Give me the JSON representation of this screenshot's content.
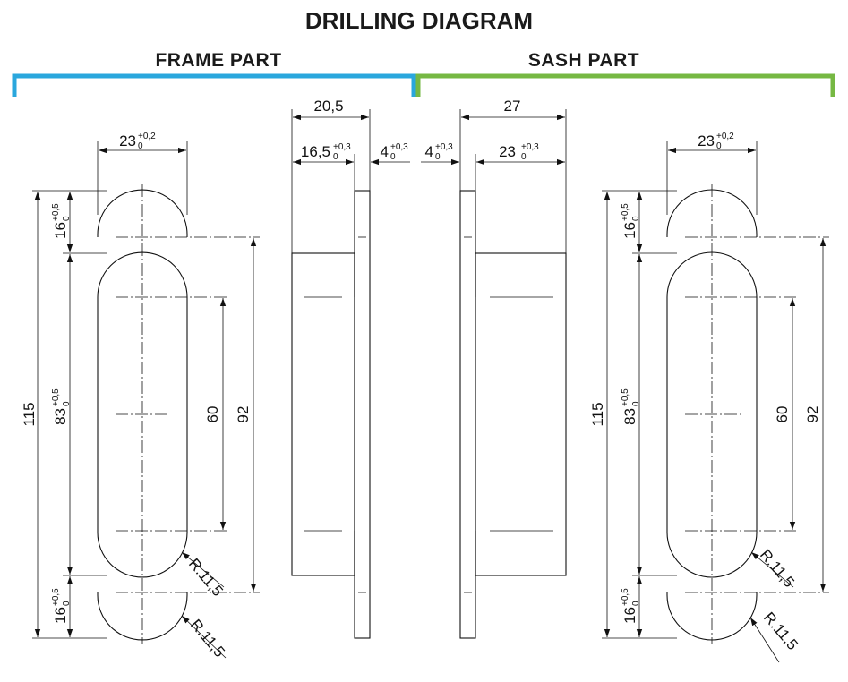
{
  "title": "DRILLING DIAGRAM",
  "colors": {
    "frame_bracket": "#2aa7dd",
    "sash_bracket": "#76b843",
    "line": "#111111"
  },
  "frame": {
    "heading": "FRAME PART",
    "slot_width": {
      "value": "23",
      "tol_up": "+0,2",
      "tol_low": "0"
    },
    "height_total": "115",
    "end_upper": {
      "value": "16",
      "tol_up": "+0,5",
      "tol_low": "0"
    },
    "middle": {
      "value": "83",
      "tol_up": "+0,5",
      "tol_low": "0"
    },
    "end_lower": {
      "value": "16",
      "tol_up": "+0,5",
      "tol_low": "0"
    },
    "screw_spacing_inner": "60",
    "screw_spacing_outer": "92",
    "radius_upper": "R.11,5",
    "radius_lower": "R.11,5"
  },
  "frame_side": {
    "depth_total": "20,5",
    "depth_body": {
      "value": "16,5",
      "tol_up": "+0,3",
      "tol_low": "0"
    },
    "depth_plate": {
      "value": "4",
      "tol_up": "+0,3",
      "tol_low": "0"
    }
  },
  "sash_side": {
    "depth_total": "27",
    "depth_plate": {
      "value": "4",
      "tol_up": "+0,3",
      "tol_low": "0"
    },
    "depth_body": {
      "value": "23",
      "tol_up": "+0,3",
      "tol_low": "0"
    }
  },
  "sash": {
    "heading": "SASH PART",
    "slot_width": {
      "value": "23",
      "tol_up": "+0,2",
      "tol_low": "0"
    },
    "height_total": "115",
    "end_upper": {
      "value": "16",
      "tol_up": "+0,5",
      "tol_low": "0"
    },
    "middle": {
      "value": "83",
      "tol_up": "+0,5",
      "tol_low": "0"
    },
    "end_lower": {
      "value": "16",
      "tol_up": "+0,5",
      "tol_low": "0"
    },
    "screw_spacing_inner": "60",
    "screw_spacing_outer": "92",
    "radius_upper": "R.11,5",
    "radius_lower": "R.11,5"
  }
}
